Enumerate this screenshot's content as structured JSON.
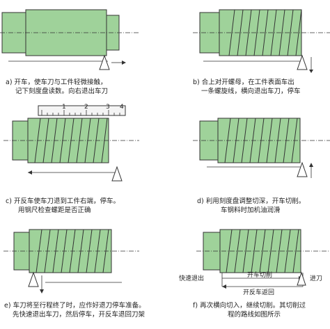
{
  "panels": {
    "a": {
      "caption_1": "a) 开车，使车刀与工件轻微接触，",
      "caption_2": "记下刻度盘读数。向右退出车刀"
    },
    "b": {
      "caption_1": "b) 合上对开螺母，在工件表面车出",
      "caption_2": "一条螺旋线，横向退出车刀，停车"
    },
    "c": {
      "caption_1": "c) 开反车使车刀退到工件右端，停车。",
      "caption_2": "用钢尺检查螺距是否正确",
      "ruler_ticks": [
        "1",
        "2",
        "3",
        "4"
      ]
    },
    "d": {
      "caption_1": "d) 利用刻度盘调整切深，开车切削。",
      "caption_2": "车钢料时加机油润滑"
    },
    "e": {
      "caption_1": "e) 车刀将至行程终了时，应作好退刀停车准备。",
      "caption_2": "先快速退出车刀，然后停车，开反车退回刀架"
    },
    "f": {
      "caption_1": "f) 再次横向切入，继续切削。其切削过",
      "caption_2": "程的路线如图所示",
      "label_retract": "快速退出",
      "label_feed": "进刀",
      "label_cut": "开车切削",
      "label_return": "开反车返回"
    }
  }
}
